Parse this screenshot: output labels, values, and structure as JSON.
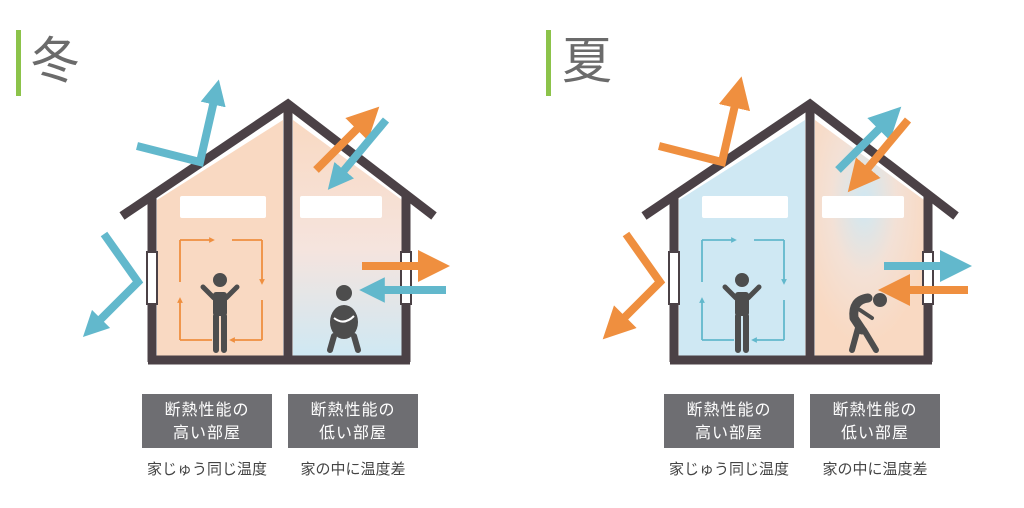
{
  "colors": {
    "accent_green": "#8cc34a",
    "warm_fill": "#f9d9c2",
    "cool_fill": "#cfe8f3",
    "arrow_orange": "#ef8f3f",
    "arrow_blue": "#62b8cc",
    "wall": "#4b4146",
    "caption_bg": "#6e6e72"
  },
  "panels": [
    {
      "season": "冬",
      "rooms": [
        {
          "caption_line1": "断熱性能の",
          "caption_line2": "高い部屋",
          "note": "家じゅう同じ温度",
          "fill": "warm",
          "figure": "arms-up"
        },
        {
          "caption_line1": "断熱性能の",
          "caption_line2": "低い部屋",
          "note": "家の中に温度差",
          "fill": "warm-to-cool",
          "figure": "cold-hugging"
        }
      ]
    },
    {
      "season": "夏",
      "rooms": [
        {
          "caption_line1": "断熱性能の",
          "caption_line2": "高い部屋",
          "note": "家じゅう同じ温度",
          "fill": "cool",
          "figure": "arms-up"
        },
        {
          "caption_line1": "断熱性能の",
          "caption_line2": "低い部屋",
          "note": "家の中に温度差",
          "fill": "warm-to-cool",
          "figure": "hot-bent"
        }
      ]
    }
  ]
}
